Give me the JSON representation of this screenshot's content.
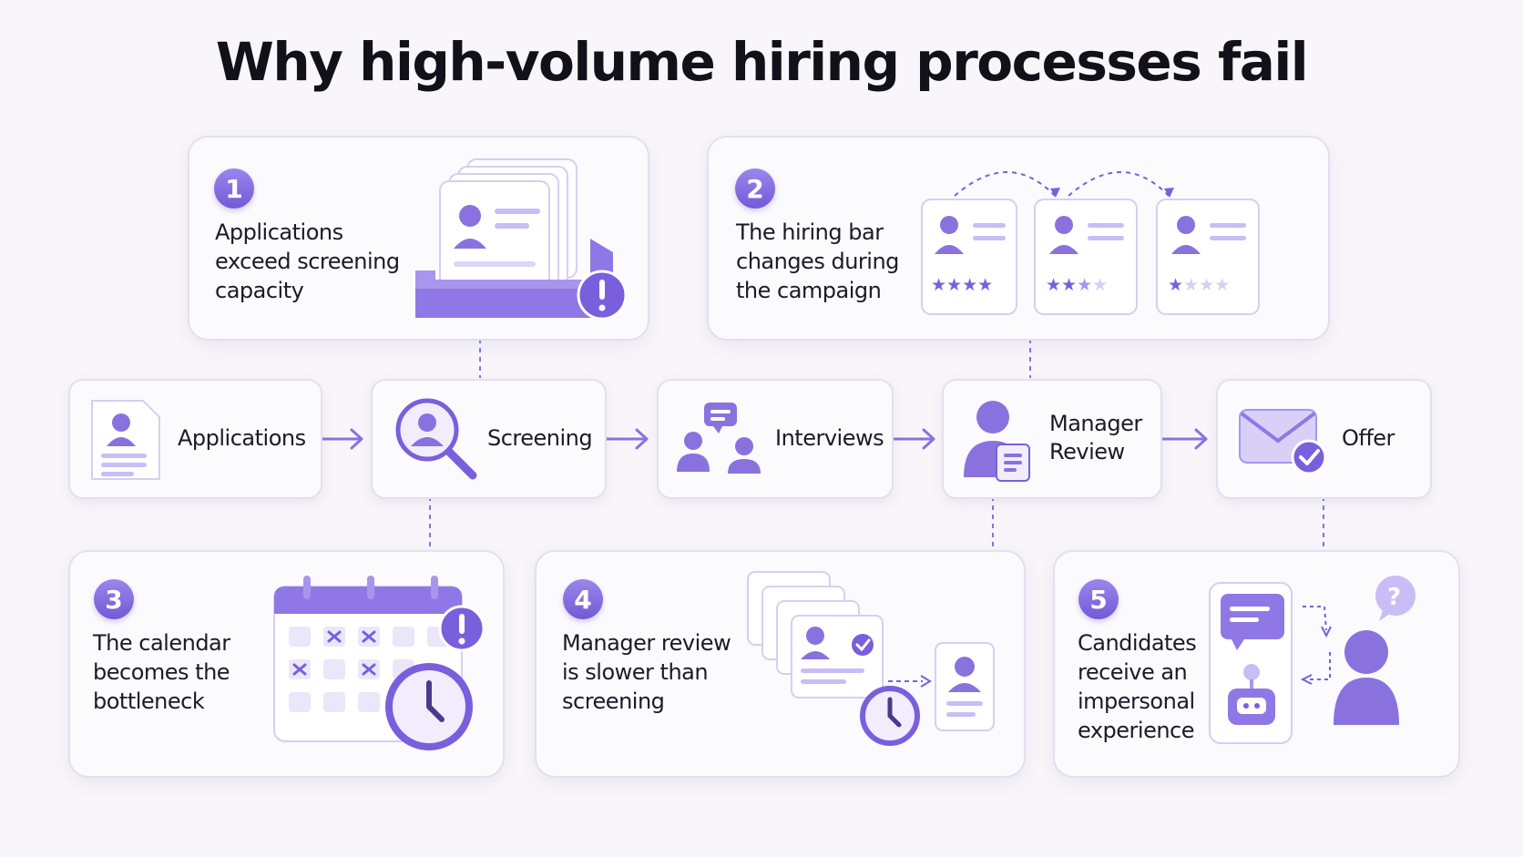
{
  "title": "Why high-volume hiring processes fail",
  "problems": [
    {
      "number": "1",
      "lines": [
        "Applications",
        "exceed screening",
        "capacity"
      ]
    },
    {
      "number": "2",
      "lines": [
        "The hiring bar",
        "changes during",
        "the campaign"
      ]
    },
    {
      "number": "3",
      "lines": [
        "The calendar",
        "becomes the",
        "bottleneck"
      ]
    },
    {
      "number": "4",
      "lines": [
        "Manager review",
        "is slower than",
        "screening"
      ]
    },
    {
      "number": "5",
      "lines": [
        "Candidates",
        "receive an",
        "impersonal",
        "experience"
      ]
    }
  ],
  "process_steps": [
    {
      "lines": [
        "Applications"
      ],
      "icon": "document-icon"
    },
    {
      "lines": [
        "Screening"
      ],
      "icon": "magnifier-person-icon"
    },
    {
      "lines": [
        "Interviews"
      ],
      "icon": "people-chat-icon"
    },
    {
      "lines": [
        "Manager",
        "Review"
      ],
      "icon": "manager-icon"
    },
    {
      "lines": [
        "Offer"
      ],
      "icon": "envelope-check-icon"
    }
  ],
  "colors": {
    "accent": "#7a5fdc",
    "accent_light": "#c9bdf5",
    "card_border": "#e4dff0",
    "background": "#f8f6fa"
  }
}
